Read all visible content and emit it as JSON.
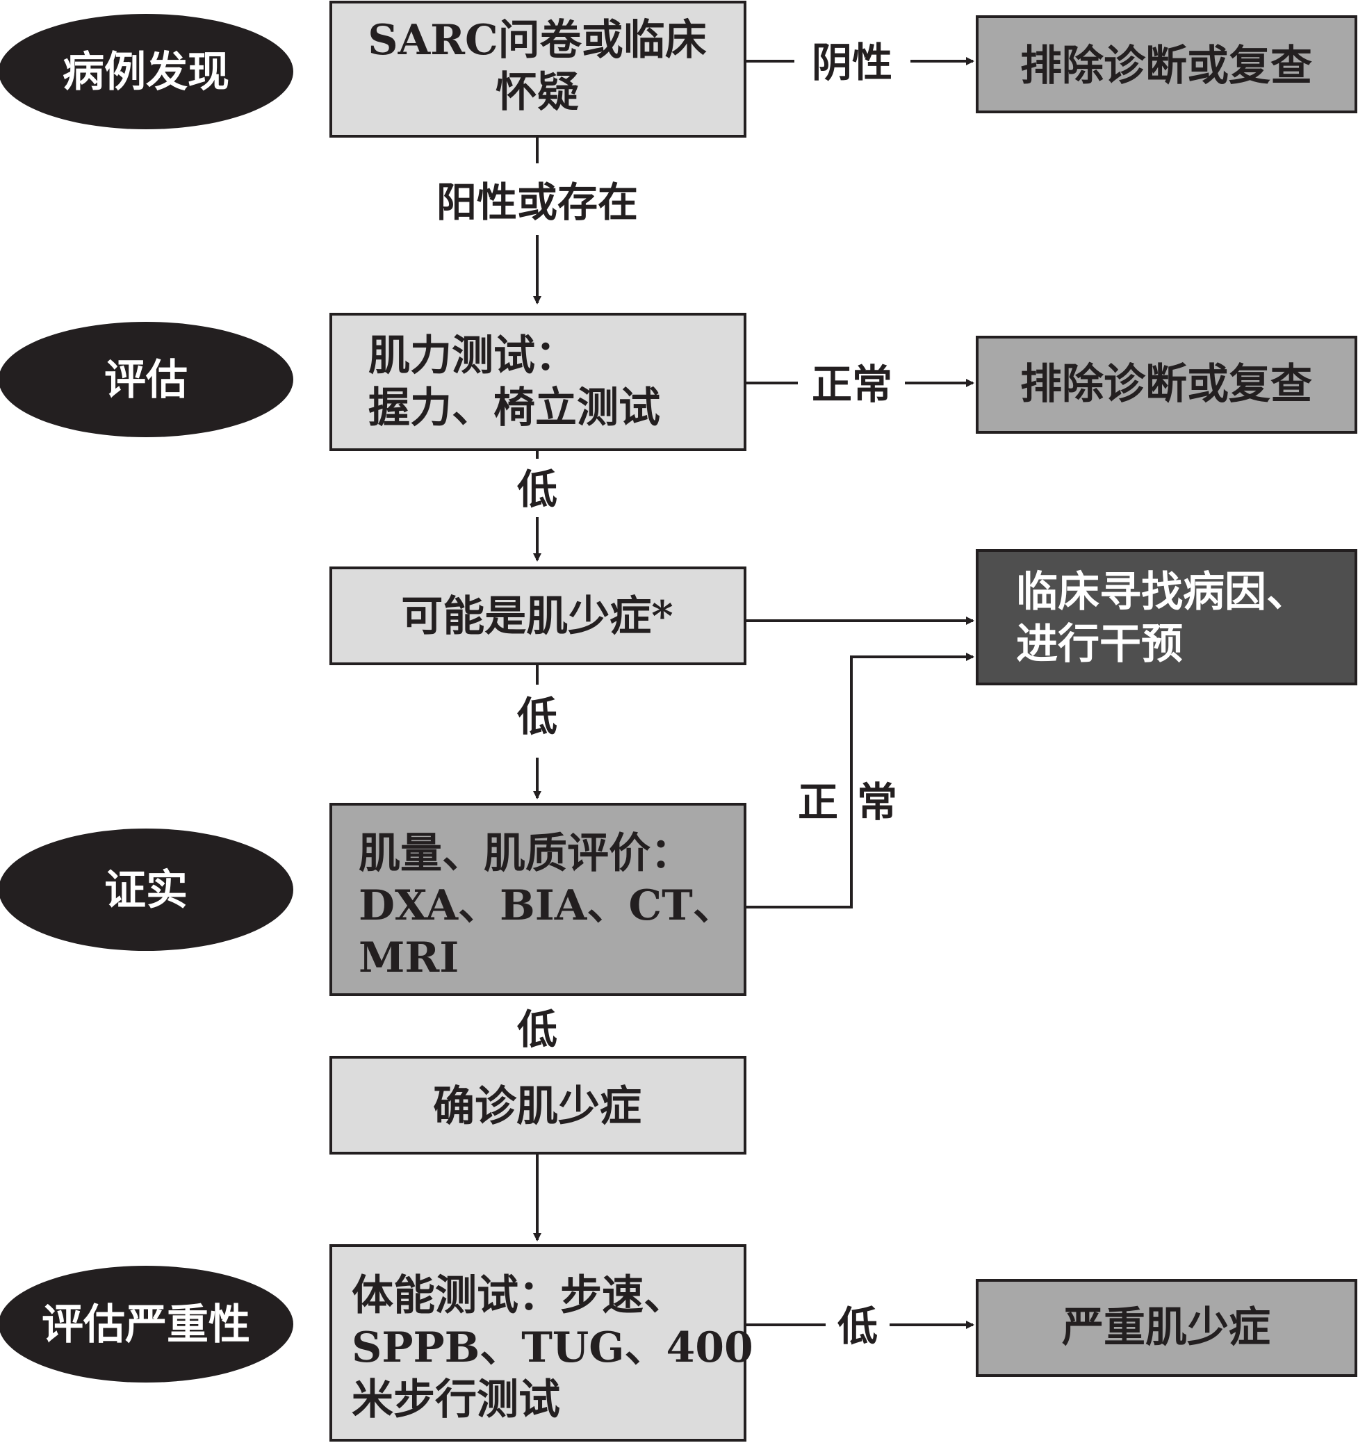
{
  "colors": {
    "box_light": "#dcdcdc",
    "box_mid": "#a8a8a8",
    "box_dark": "#4f4f4f",
    "ink": "#231f20"
  },
  "stages": {
    "case_finding": "病例发现",
    "assess": "评估",
    "confirm": "证实",
    "severity": "评估严重性"
  },
  "nodes": {
    "sarc": [
      "SARC问卷或临床",
      "怀疑"
    ],
    "strength": [
      "肌力测试：",
      "握力、椅立测试"
    ],
    "possible": "可能是肌少症*",
    "mass": [
      "肌量、肌质评价：",
      "DXA、BIA、CT、",
      "MRI"
    ],
    "confirmed": "确诊肌少症",
    "performance": [
      "体能测试：步速、",
      "SPPB、TUG、400",
      "米步行测试"
    ],
    "exclude_1": "排除诊断或复查",
    "exclude_2": "排除诊断或复查",
    "intervene": [
      "临床寻找病因、",
      "进行干预"
    ],
    "severe": "严重肌少症"
  },
  "edges": {
    "negative": "阴性",
    "positive_or_present": "阳性或存在",
    "normal_1": "正常",
    "low_1": "低",
    "low_2": "低",
    "normal_2a": "正",
    "normal_2b": "常",
    "low_3": "低",
    "low_4": "低"
  }
}
